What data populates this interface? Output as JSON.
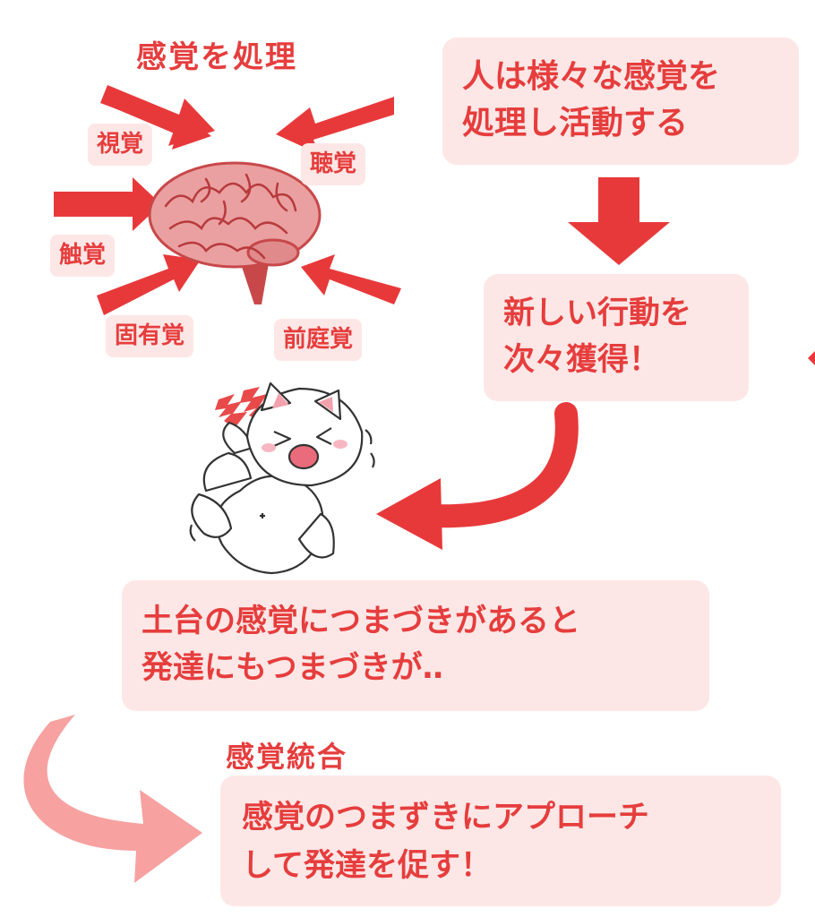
{
  "process_heading": "感覚を処理",
  "senses": {
    "vision": "視覚",
    "hearing": "聴覚",
    "touch": "触覚",
    "proprioception": "固有覚",
    "vestibular": "前庭覚"
  },
  "step1": {
    "line1": "人は様々な感覚を",
    "line2": "処理し活動する"
  },
  "step2": {
    "line1": "新しい行動を",
    "line2": "次々獲得！"
  },
  "step3": {
    "line1": "土台の感覚につまづきがあると",
    "line2": "発達にもつまづきが‥"
  },
  "integration": {
    "heading": "感覚統合",
    "line1": "感覚のつまずきにアプローチ",
    "line2": "して発達を促す！"
  },
  "colors": {
    "accent": "#e63d3d",
    "box_bg": "#fde7e6",
    "brain": "#eaa0a0",
    "soft_arrow": "#f7a1a1"
  },
  "icons": [
    "brain-illustration",
    "crying-cat-illustration",
    "shock-zigzag-icon"
  ]
}
